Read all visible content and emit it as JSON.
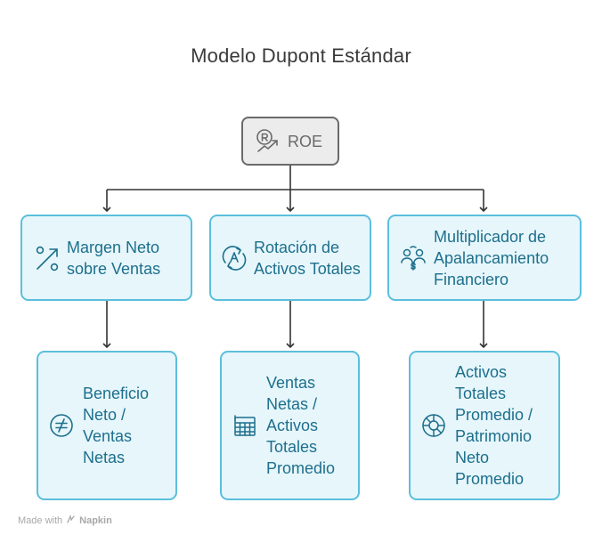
{
  "title": "Modelo Dupont Estándar",
  "root": {
    "label": "ROE",
    "icon": "roe-growth-icon"
  },
  "level1": [
    {
      "label": "Margen Neto sobre Ventas",
      "icon": "trend-percent-icon"
    },
    {
      "label": "Rotación de Activos Totales",
      "icon": "asset-rotation-icon"
    },
    {
      "label": "Multiplicador de Apalancamiento Financiero",
      "icon": "financial-people-icon"
    }
  ],
  "level2": [
    {
      "label": "Beneficio Neto / Ventas Netas",
      "icon": "not-equal-icon"
    },
    {
      "label": "Ventas Netas / Activos Totales Promedio",
      "icon": "spreadsheet-icon"
    },
    {
      "label": "Activos Totales Promedio / Patrimonio Neto Promedio",
      "icon": "pie-chart-icon"
    }
  ],
  "footer": {
    "prefix": "Made with",
    "brand": "Napkin"
  },
  "colors": {
    "node_fill": "#e6f6fb",
    "node_border": "#5bbfdc",
    "node_text": "#1d6f8c",
    "root_fill": "#ececec",
    "root_border": "#6a6a6a",
    "connector": "#333333"
  }
}
